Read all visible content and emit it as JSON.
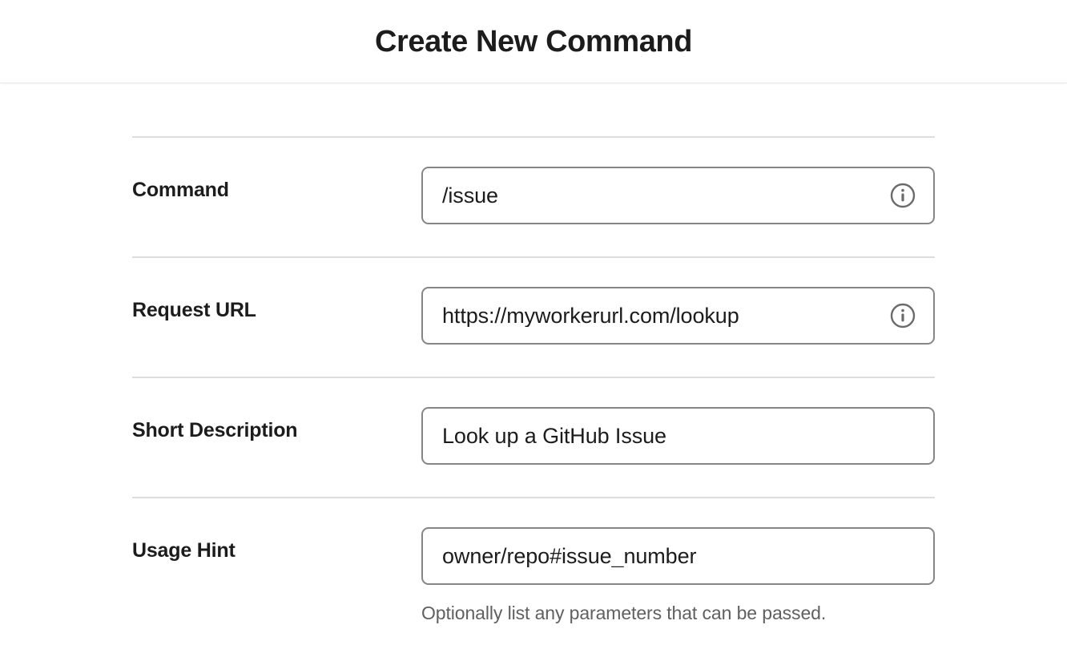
{
  "header": {
    "title": "Create New Command"
  },
  "form": {
    "rows": [
      {
        "label": "Command",
        "value": "/issue",
        "has_info_icon": true,
        "info_icon": "info-circle-icon",
        "help": ""
      },
      {
        "label": "Request URL",
        "value": "https://myworkerurl.com/lookup",
        "has_info_icon": true,
        "info_icon": "info-circle-icon",
        "help": ""
      },
      {
        "label": "Short Description",
        "value": "Look up a GitHub Issue",
        "has_info_icon": false,
        "info_icon": "",
        "help": ""
      },
      {
        "label": "Usage Hint",
        "value": "owner/repo#issue_number",
        "has_info_icon": false,
        "info_icon": "",
        "help": "Optionally list any parameters that can be passed."
      }
    ]
  },
  "colors": {
    "text": "#1d1c1d",
    "muted_text": "#616061",
    "input_border": "#868686",
    "divider": "#dddddd",
    "background": "#ffffff"
  }
}
